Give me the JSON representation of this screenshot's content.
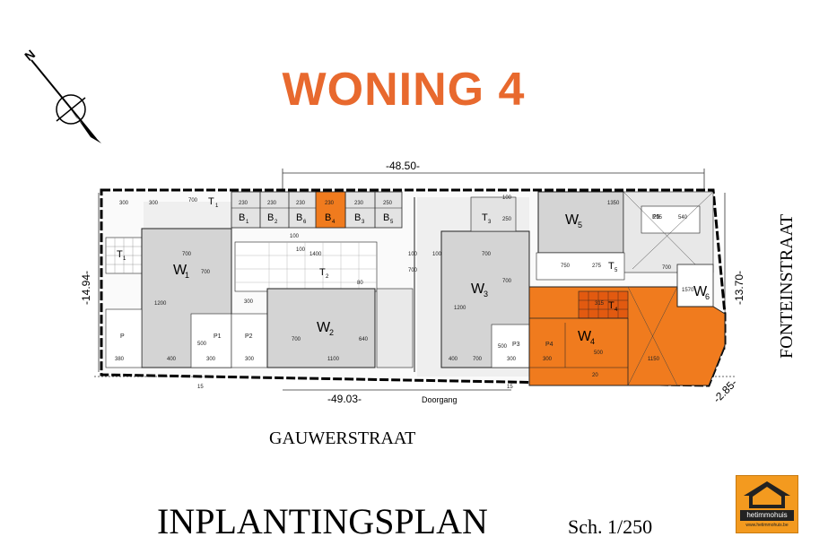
{
  "title": "WONING 4",
  "plan_title": "INPLANTINGSPLAN",
  "scale": "Sch. 1/250",
  "streets": {
    "bottom": "GAUWERSTRAAT",
    "right": "FONTEINSTRAAT"
  },
  "compass_letter": "N",
  "dimensions": {
    "top": "-48.50-",
    "bottom": "-49.03-",
    "left": "-14.94-",
    "right": "-13.70-",
    "corner": "-2.85-",
    "doorgang": "Doorgang"
  },
  "units": {
    "W1": "W",
    "W1sub": "1",
    "W2": "W",
    "W2sub": "2",
    "W3": "W",
    "W3sub": "3",
    "W4": "W",
    "W4sub": "4",
    "W5": "W",
    "W5sub": "5",
    "W6": "W",
    "W6sub": "6"
  },
  "storage": {
    "T1a": "T",
    "T1asub": "1",
    "T1b": "T",
    "T1bsub": "1",
    "T2": "T",
    "T2sub": "2",
    "T3": "T",
    "T3sub": "3",
    "T4": "T",
    "T4sub": "4",
    "T5": "T",
    "T5sub": "5",
    "B1": "B",
    "B1sub": "1",
    "B2": "B",
    "B2sub": "2",
    "B6": "B",
    "B6sub": "6",
    "B4": "B",
    "B4sub": "4",
    "B3": "B",
    "B3sub": "3",
    "B5": "B",
    "B5sub": "5"
  },
  "parking": {
    "P": "P",
    "P1": "P1",
    "P2": "P2",
    "P3": "P3",
    "P4": "P4",
    "P5": "P5"
  },
  "measures": {
    "m300a": "300",
    "m300b": "300",
    "m700a": "700",
    "m230a": "230",
    "m230b": "230",
    "m230c": "230",
    "m230d": "230",
    "m230e": "230",
    "m250a": "250",
    "m100a": "100",
    "m1350": "1350",
    "m295": "295",
    "m540": "540",
    "m250b": "250",
    "m100b": "100",
    "m700b": "700",
    "m700c": "700",
    "m1200a": "1200",
    "m400a": "400",
    "m380": "380",
    "m1400": "1400",
    "m700d": "700",
    "m100c": "100",
    "m100d": "100",
    "m80": "80",
    "m300c": "300",
    "m500a": "500",
    "m300d": "300",
    "m300e": "300",
    "m700e": "700",
    "m1100": "1100",
    "m640": "640",
    "m100e": "100",
    "m700f": "700",
    "m700g": "700",
    "m1200b": "1200",
    "m400b": "400",
    "m500b": "500",
    "m300f": "300",
    "m750": "750",
    "m275": "275",
    "m700h": "700",
    "m1570": "1570",
    "m315": "315",
    "m300g": "300",
    "m500c": "500",
    "m1150": "1150",
    "m20": "20",
    "m15a": "15",
    "m15b": "15",
    "m700i": "700"
  },
  "logo": {
    "text": "hetimmohuis",
    "sub": "www.hetimmohuis.be"
  },
  "colors": {
    "highlight": "#f07b1e",
    "building": "#d4d4d4",
    "title": "#e8692e"
  }
}
